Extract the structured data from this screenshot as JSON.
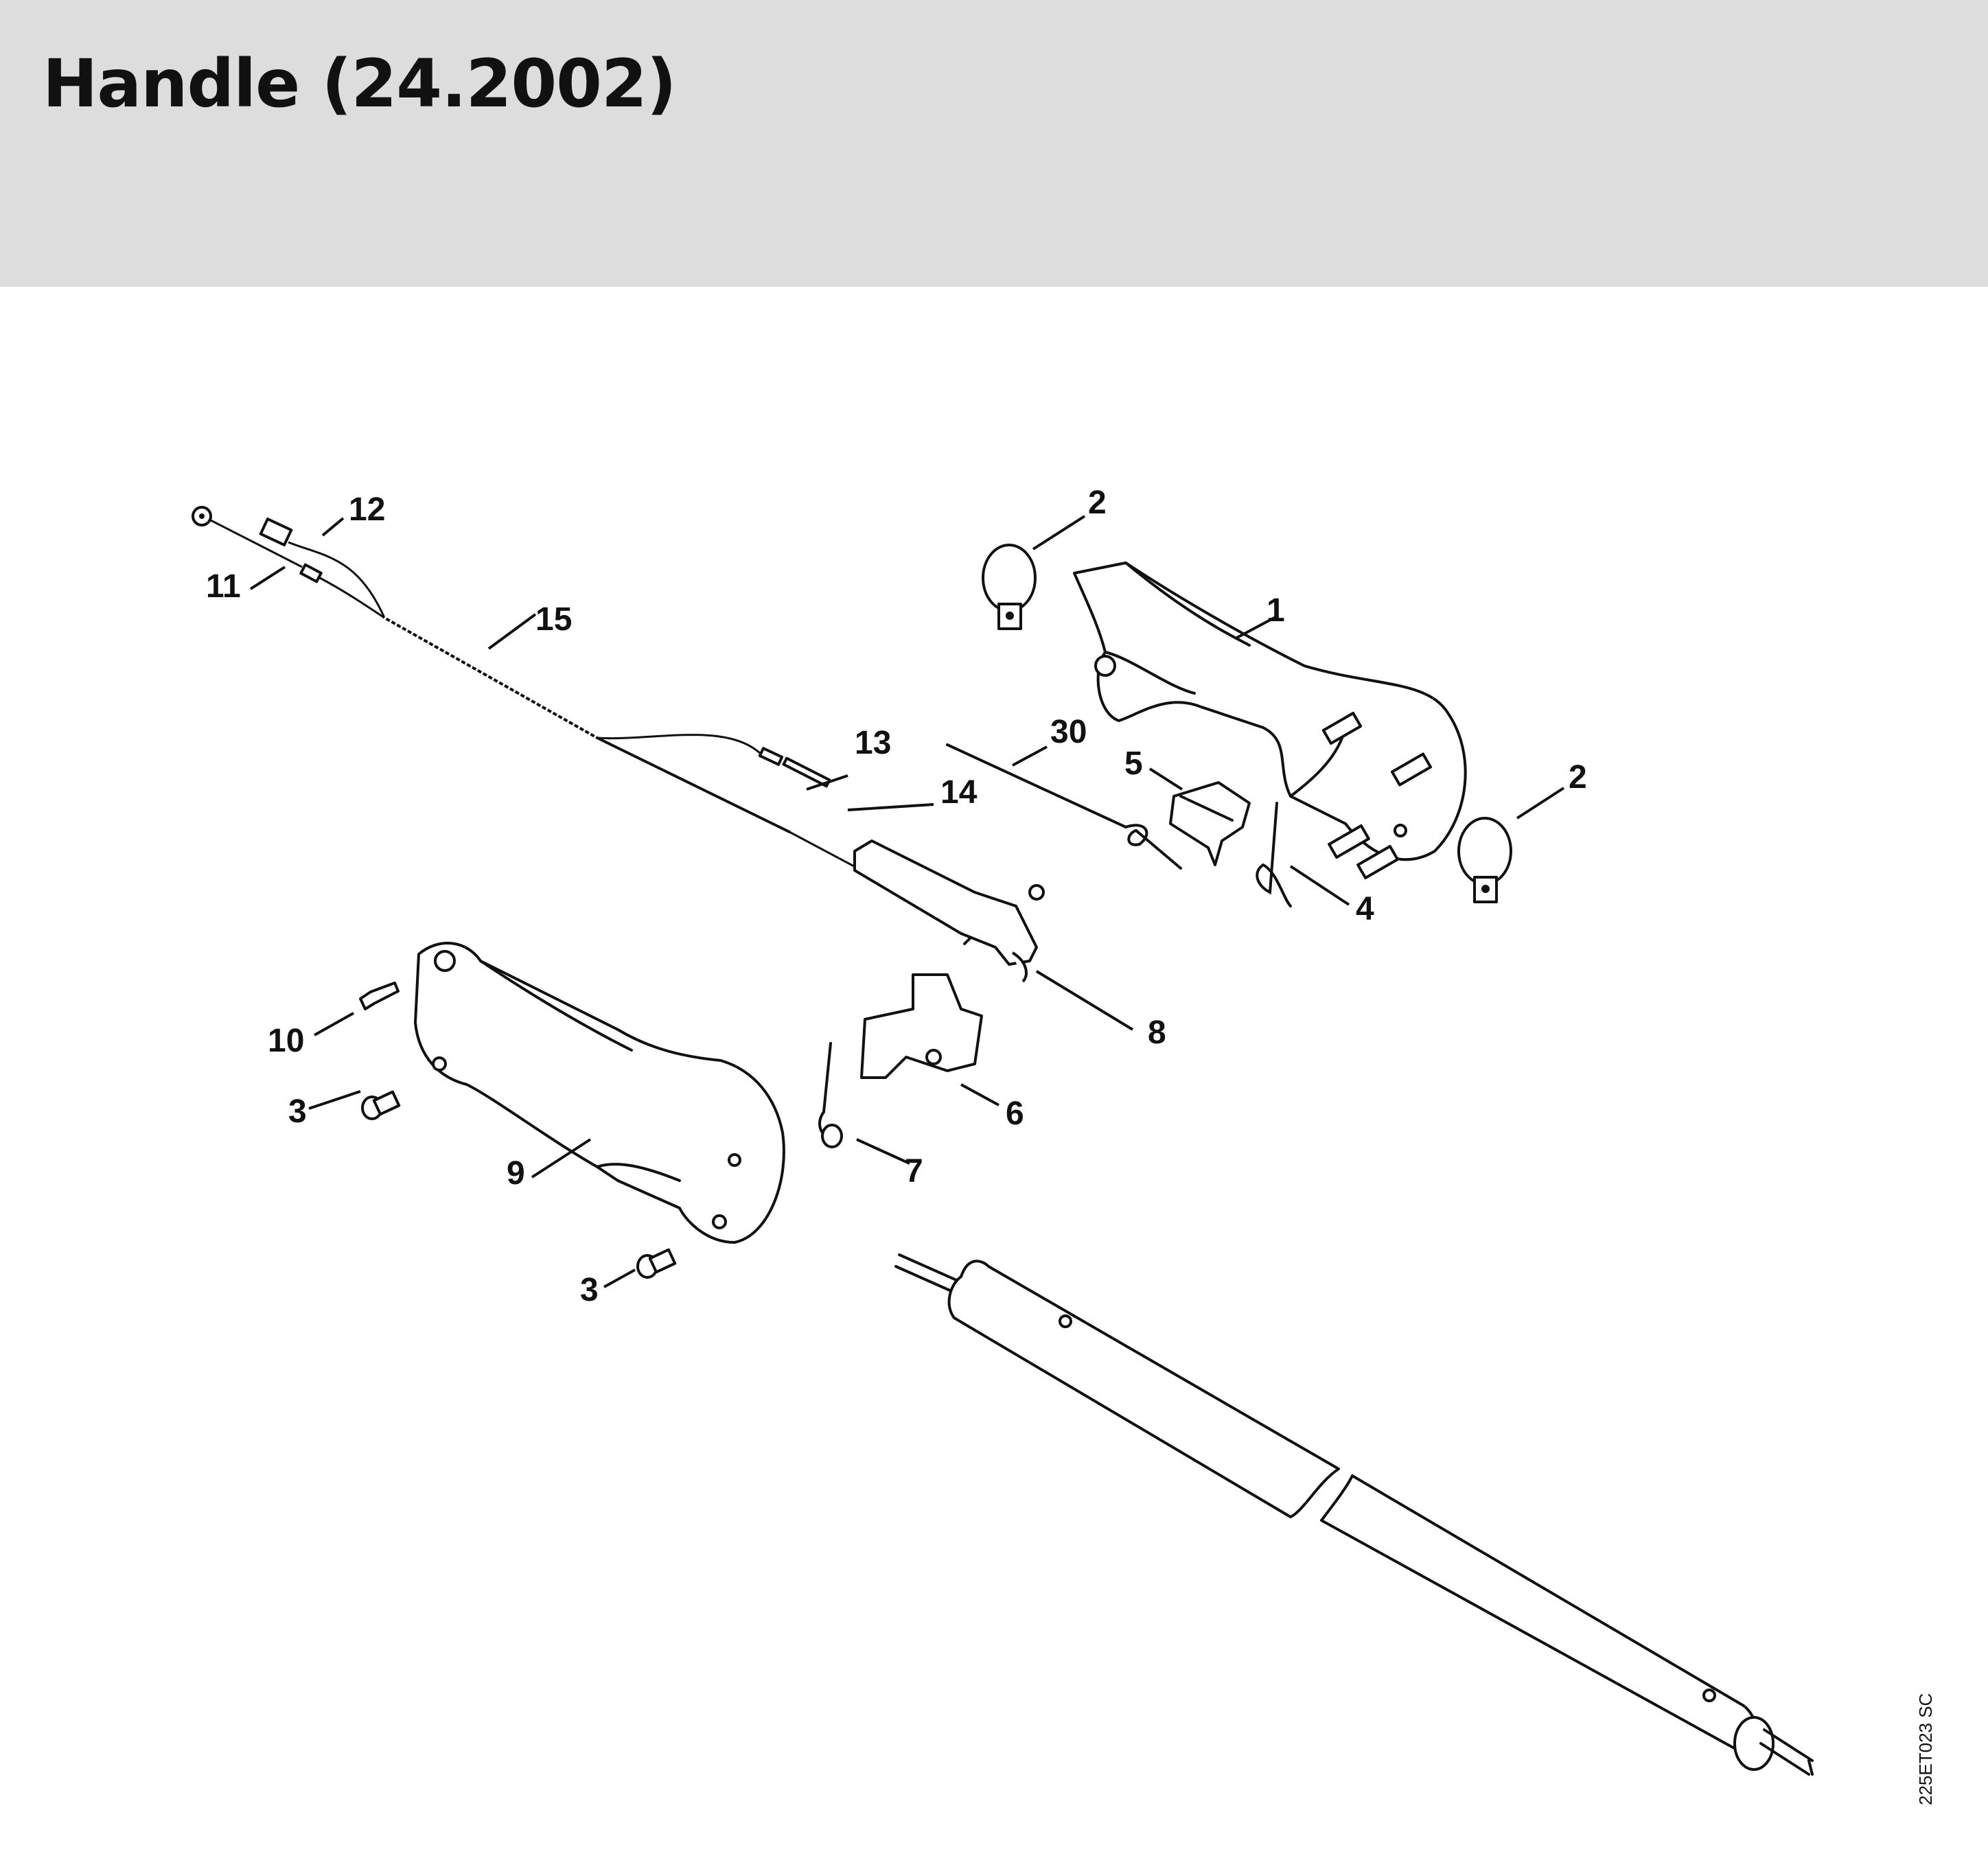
{
  "title": "Handle (24.2002)",
  "drawing_code": "225ET023 SC",
  "callouts": [
    {
      "id": "c1",
      "label": "1"
    },
    {
      "id": "c2a",
      "label": "2"
    },
    {
      "id": "c2b",
      "label": "2"
    },
    {
      "id": "c3a",
      "label": "3"
    },
    {
      "id": "c3b",
      "label": "3"
    },
    {
      "id": "c4",
      "label": "4"
    },
    {
      "id": "c5",
      "label": "5"
    },
    {
      "id": "c6",
      "label": "6"
    },
    {
      "id": "c7",
      "label": "7"
    },
    {
      "id": "c8",
      "label": "8"
    },
    {
      "id": "c9",
      "label": "9"
    },
    {
      "id": "c10",
      "label": "10"
    },
    {
      "id": "c11",
      "label": "11"
    },
    {
      "id": "c12",
      "label": "12"
    },
    {
      "id": "c13",
      "label": "13"
    },
    {
      "id": "c14",
      "label": "14"
    },
    {
      "id": "c15",
      "label": "15"
    },
    {
      "id": "c30",
      "label": "30"
    }
  ]
}
